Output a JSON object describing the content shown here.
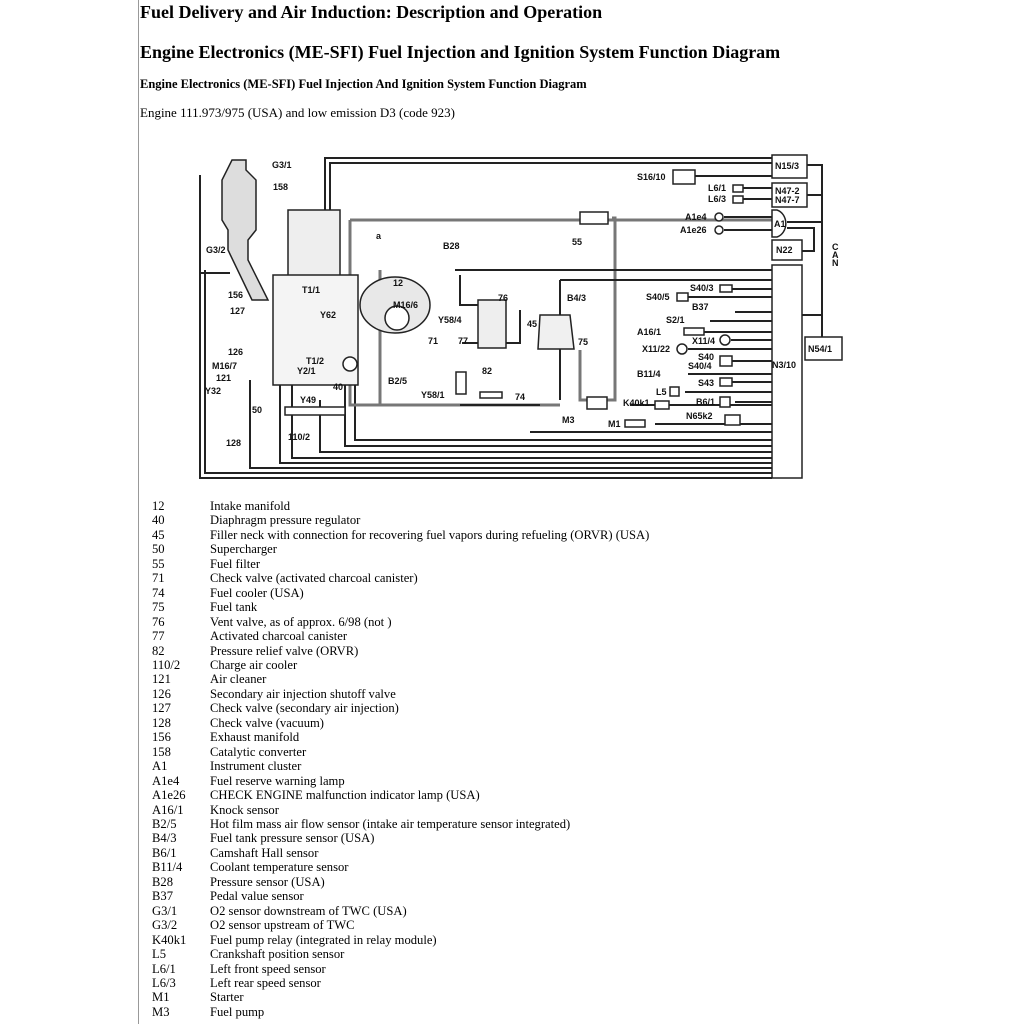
{
  "header": {
    "title": "Fuel Delivery and Air Induction: Description and Operation",
    "subtitle": "Engine Electronics (ME-SFI) Fuel Injection and Ignition System Function Diagram",
    "figure_title": "Engine Electronics (ME-SFI) Fuel Injection And Ignition System Function Diagram",
    "engine_note": "Engine 111.973/975 (USA) and low emission D3 (code 923)"
  },
  "diagram": {
    "labels": [
      "G3/1",
      "158",
      "G3/2",
      "156",
      "127",
      "126",
      "M16/7",
      "121",
      "Y32",
      "128",
      "50",
      "110/2",
      "Y49",
      "40",
      "Y2/1",
      "T1/2",
      "T1/1",
      "Y62",
      "a",
      "B28",
      "12",
      "M16/6",
      "Y58/4",
      "76",
      "77",
      "71",
      "82",
      "B2/5",
      "Y58/1",
      "74",
      "55",
      "B4/3",
      "45",
      "75",
      "M3",
      "M1",
      "K40k1",
      "N15/3",
      "S16/10",
      "L6/1",
      "L6/3",
      "N47-2",
      "N47-7",
      "A1e4",
      "A1e26",
      "A1",
      "N22",
      "C",
      "A",
      "N",
      "N3/10",
      "N54/1",
      "S40/3",
      "S40/5",
      "B37",
      "S2/1",
      "A16/1",
      "X11/4",
      "X11/22",
      "S40",
      "S40/4",
      "B11/4",
      "S43",
      "L5",
      "B6/1",
      "N65k2"
    ]
  },
  "legend": [
    {
      "code": "12",
      "desc": "Intake manifold"
    },
    {
      "code": "40",
      "desc": "Diaphragm pressure regulator"
    },
    {
      "code": "45",
      "desc": "Filler neck with connection for recovering fuel vapors during refueling (ORVR) (USA)"
    },
    {
      "code": "50",
      "desc": "Supercharger"
    },
    {
      "code": "55",
      "desc": "Fuel filter"
    },
    {
      "code": "71",
      "desc": "Check valve (activated charcoal canister)"
    },
    {
      "code": "74",
      "desc": "Fuel cooler (USA)"
    },
    {
      "code": "75",
      "desc": "Fuel tank"
    },
    {
      "code": "76",
      "desc": "Vent valve, as of approx. 6/98 (not )"
    },
    {
      "code": "77",
      "desc": "Activated charcoal canister"
    },
    {
      "code": "82",
      "desc": "Pressure relief valve (ORVR)"
    },
    {
      "code": "110/2",
      "desc": "Charge air cooler"
    },
    {
      "code": "121",
      "desc": "Air cleaner"
    },
    {
      "code": "126",
      "desc": "Secondary air injection shutoff valve"
    },
    {
      "code": "127",
      "desc": "Check valve (secondary air injection)"
    },
    {
      "code": "128",
      "desc": "Check valve (vacuum)"
    },
    {
      "code": "156",
      "desc": "Exhaust manifold"
    },
    {
      "code": "158",
      "desc": "Catalytic converter"
    },
    {
      "code": "A1",
      "desc": "Instrument cluster"
    },
    {
      "code": "A1e4",
      "desc": "Fuel reserve warning lamp"
    },
    {
      "code": "A1e26",
      "desc": "CHECK ENGINE malfunction indicator lamp (USA)"
    },
    {
      "code": "A16/1",
      "desc": "Knock sensor"
    },
    {
      "code": "B2/5",
      "desc": "Hot film mass air flow sensor (intake air temperature sensor integrated)"
    },
    {
      "code": "B4/3",
      "desc": "Fuel tank pressure sensor (USA)"
    },
    {
      "code": "B6/1",
      "desc": "Camshaft Hall sensor"
    },
    {
      "code": "B11/4",
      "desc": "Coolant temperature sensor"
    },
    {
      "code": "B28",
      "desc": "Pressure sensor (USA)"
    },
    {
      "code": "B37",
      "desc": "Pedal value sensor"
    },
    {
      "code": "G3/1",
      "desc": "O2 sensor downstream of TWC (USA)"
    },
    {
      "code": "G3/2",
      "desc": "O2 sensor upstream of TWC"
    },
    {
      "code": "K40k1",
      "desc": "Fuel pump relay (integrated in relay module)"
    },
    {
      "code": "L5",
      "desc": "Crankshaft position sensor"
    },
    {
      "code": "L6/1",
      "desc": "Left front speed sensor"
    },
    {
      "code": "L6/3",
      "desc": "Left rear speed sensor"
    },
    {
      "code": "M1",
      "desc": "Starter"
    },
    {
      "code": "M3",
      "desc": "Fuel pump"
    }
  ]
}
